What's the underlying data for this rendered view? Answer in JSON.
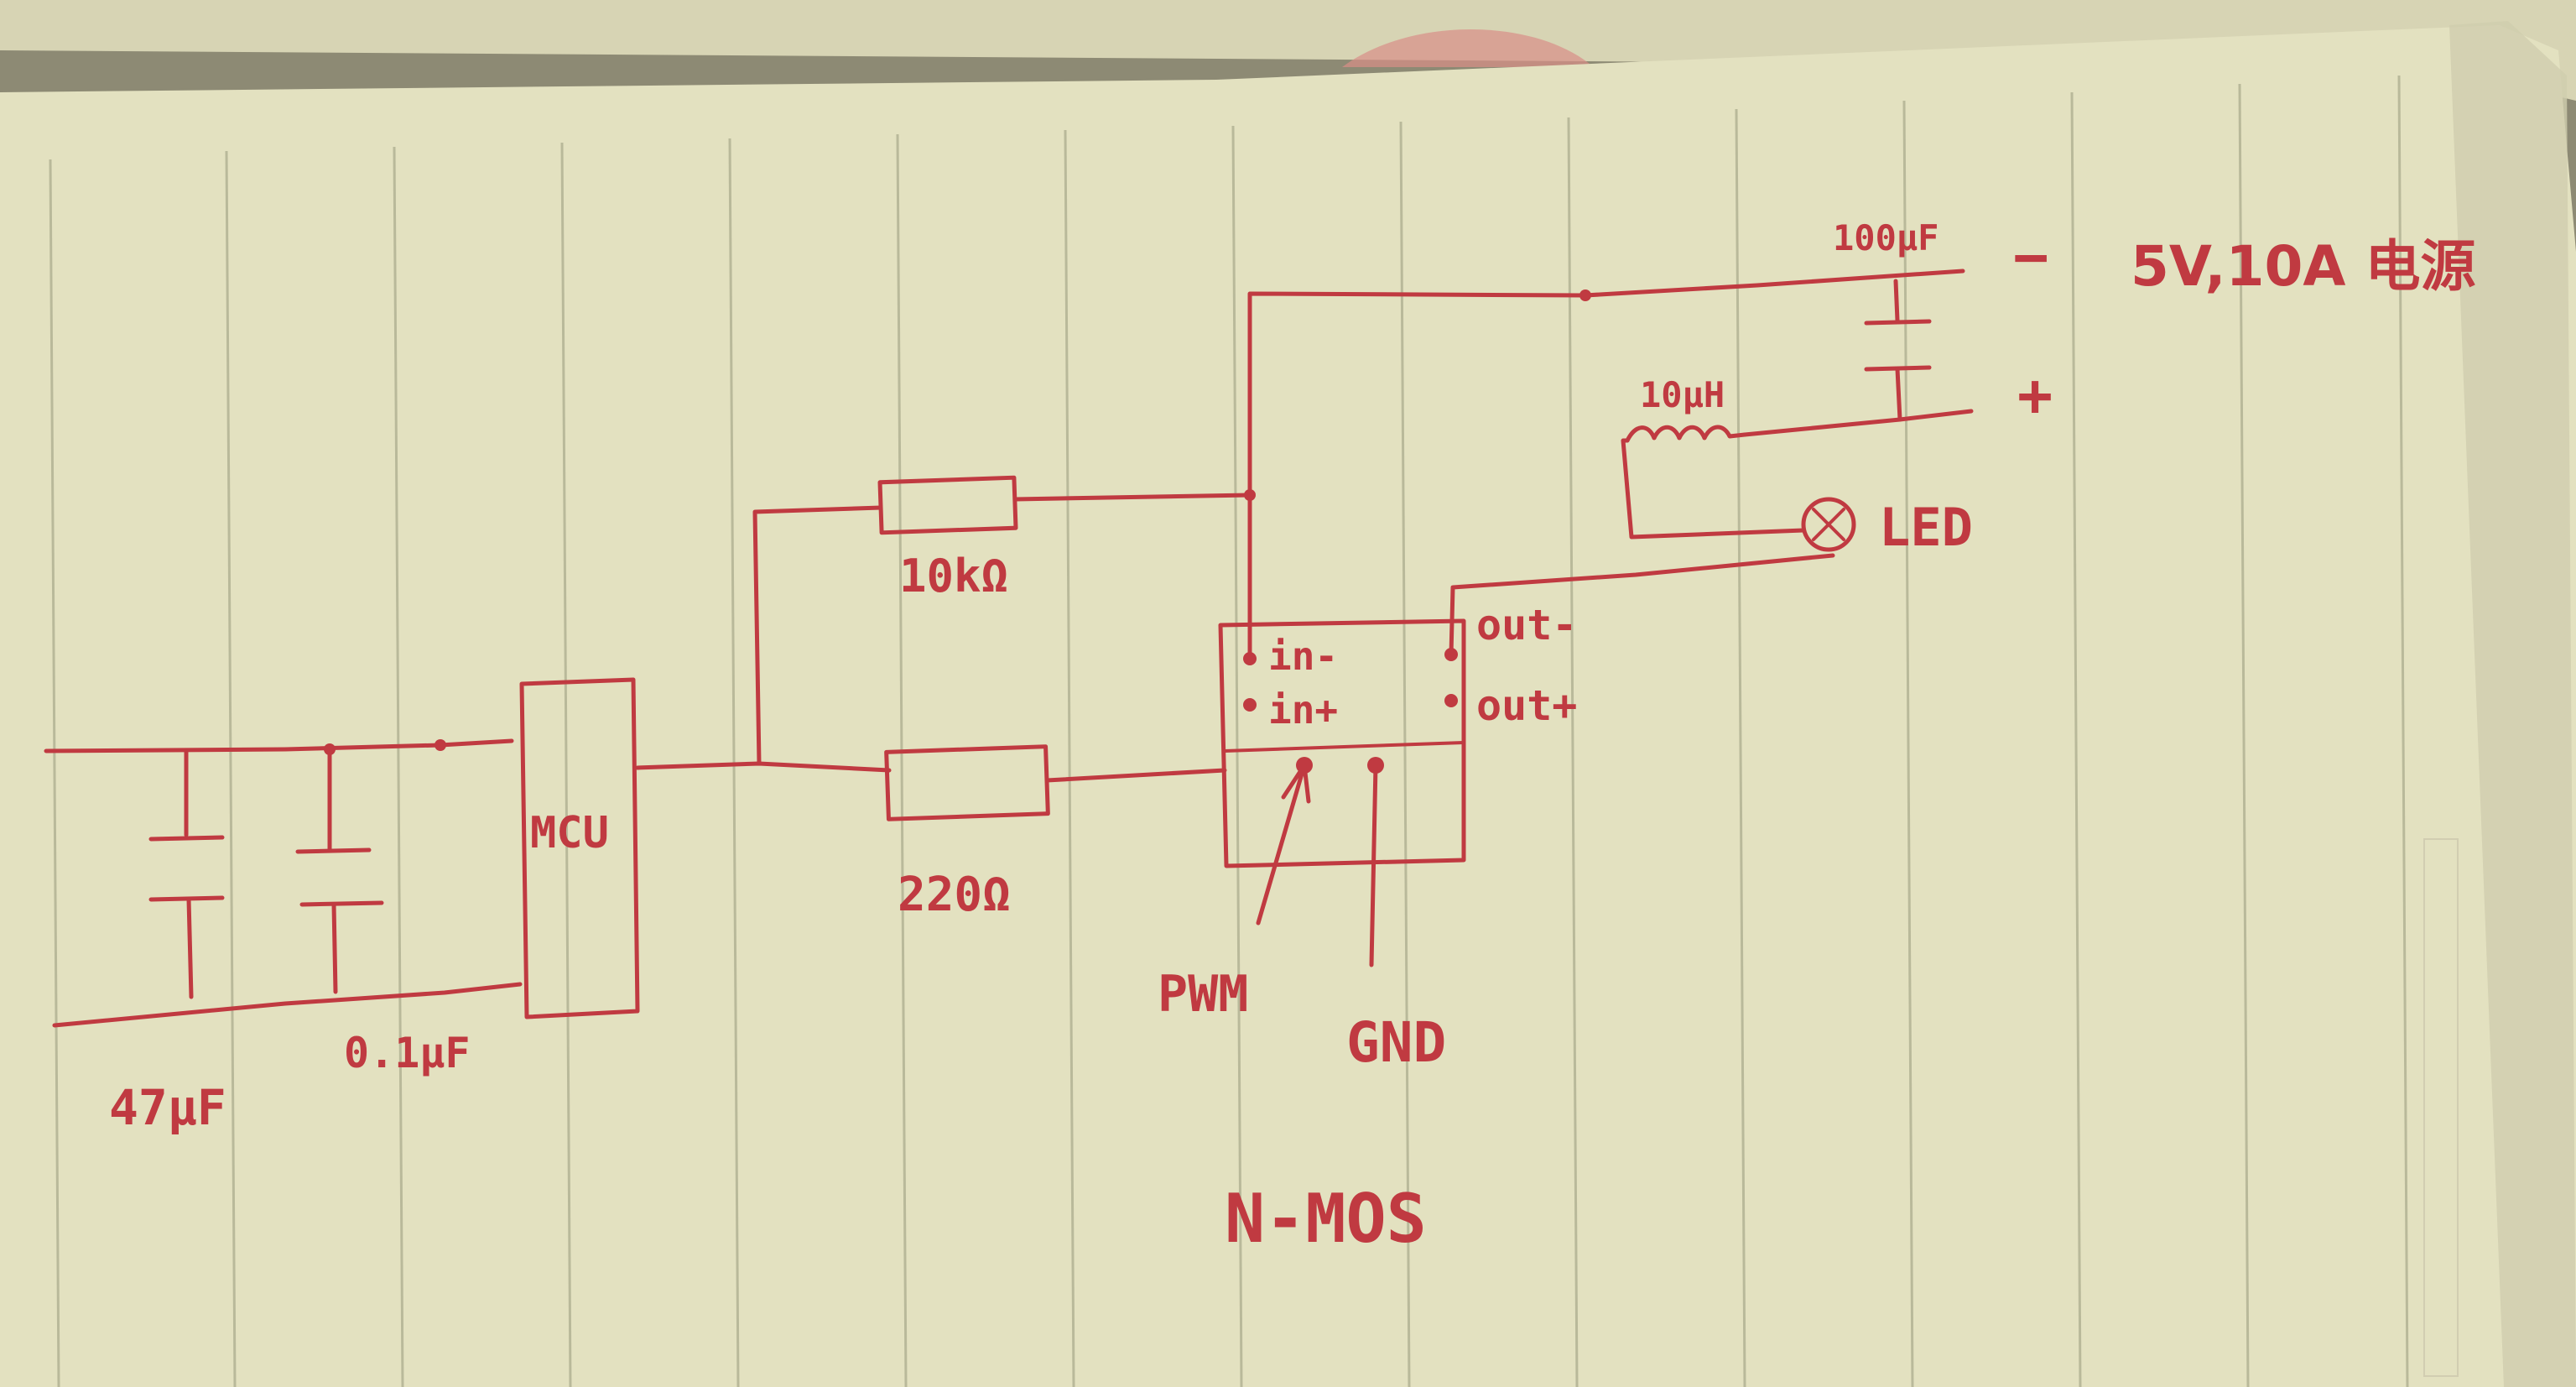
{
  "colors": {
    "ink": "#c03a41",
    "paper": "#e3e1c0",
    "paper_shadow": "#c9c6a4",
    "background": "#8d8a74",
    "ruling": "#b9b99a"
  },
  "diagram": {
    "mcu_label": "MCU",
    "input_caps": {
      "cap1_value": "47μF",
      "cap2_value": "0.1μF"
    },
    "resistors": {
      "pulldown_value": "10kΩ",
      "gate_value": "220Ω"
    },
    "mos_module": {
      "pin_in_minus": "in-",
      "pin_in_plus": "in+",
      "pin_out_minus": "out-",
      "pin_out_plus": "out+",
      "pwm_label": "PWM",
      "gnd_label": "GND",
      "module_label": "N-MOS"
    },
    "output_side": {
      "cap_value": "100μF",
      "inductor_value": "10μH",
      "led_label": "LED",
      "supply_minus": "−",
      "supply_plus": "+",
      "supply_label": "5V,10A 电源"
    }
  }
}
